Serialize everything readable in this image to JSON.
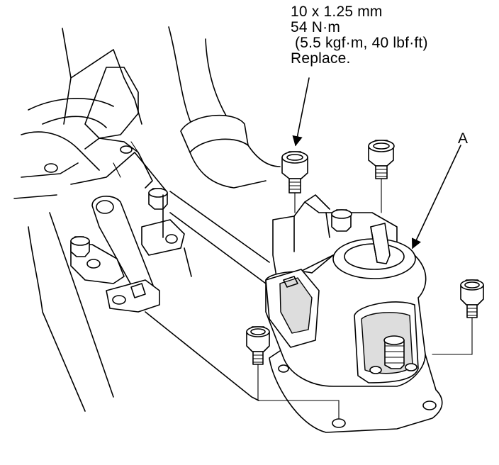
{
  "torque_spec": {
    "line1": "10 x 1.25 mm",
    "line2": "54 N·m",
    "line3": " (5.5 kgf·m, 40 lbf·ft)",
    "line4": "Replace."
  },
  "callouts": {
    "mount_label": "A"
  },
  "colors": {
    "ink": "#000000",
    "paper": "#ffffff"
  }
}
